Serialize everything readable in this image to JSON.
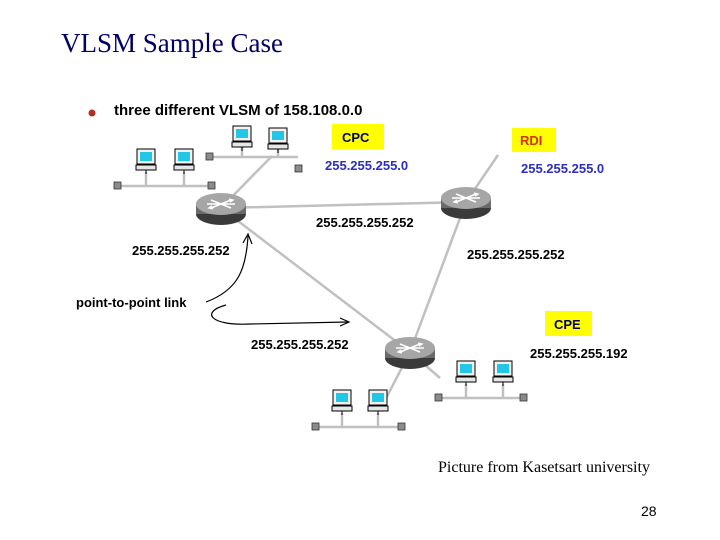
{
  "slide": {
    "title": "VLSM Sample Case",
    "credit": "Picture from Kasetsart university",
    "page_number": "28"
  },
  "diagram": {
    "bullet": "three different VLSM of 158.108.0.0",
    "sites": {
      "cpc": {
        "name": "CPC",
        "mask": "255.255.255.0"
      },
      "rdi": {
        "name": "RDI",
        "mask": "255.255.255.0"
      },
      "cpe": {
        "name": "CPE",
        "mask": "255.255.255.192"
      }
    },
    "links": {
      "cpc_rdi": "255.255.255.252",
      "rdi_cpe": "255.255.255.252",
      "cpc_cpe_top": "255.255.255.252",
      "cpc_cpe_bottom": "255.255.255.252"
    },
    "callout": "point-to-point link",
    "colors": {
      "title": "#000066",
      "mask_blue": "#2d2dc0",
      "label_box": "#ffff00",
      "site_name_red": "#cc3300",
      "cable": "#c0c0c0",
      "router": "#7f7f7f",
      "screen": "#22c6e6"
    }
  }
}
